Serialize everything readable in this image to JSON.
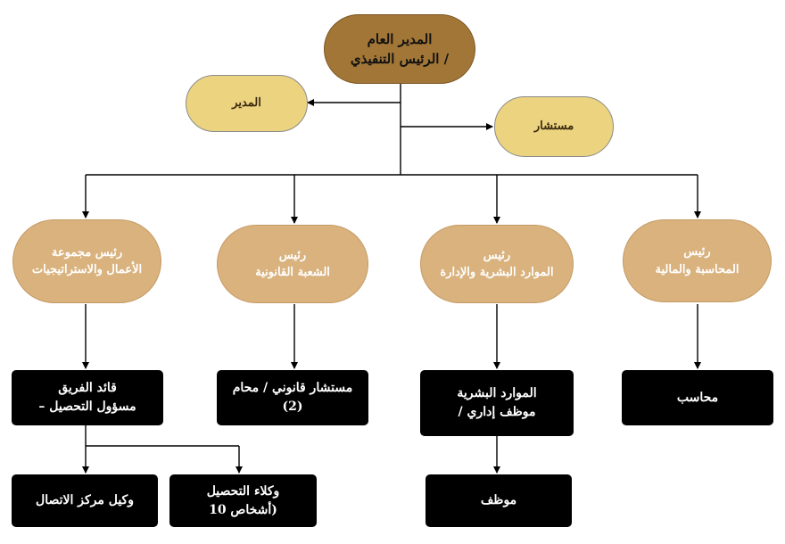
{
  "chart": {
    "ceo": {
      "line1": "المدير العام",
      "line2": "/ الرئيس التنفيذي"
    },
    "director": {
      "label": "المدير"
    },
    "consultant": {
      "label": "مستشار"
    },
    "heads": [
      {
        "line1": "رئيس",
        "line2": "المحاسبة والمالية"
      },
      {
        "line1": "رئيس",
        "line2": "الموارد البشرية والإدارة"
      },
      {
        "line1": "رئيس",
        "line2": "الشعبة القانونية"
      },
      {
        "line1": "رئيس مجموعة",
        "line2": "الأعمال والاستراتيجيات"
      }
    ],
    "staff": [
      {
        "line1": "محاسب",
        "line2": ""
      },
      {
        "line1": "الموارد البشرية",
        "line2": "موظف إداري /"
      },
      {
        "line1": "مستشار قانوني / محام",
        "line2": "(2)"
      },
      {
        "line1": "قائد الفريق",
        "line2": "مسؤول التحصيل –"
      }
    ],
    "hr_employee": {
      "label": "موظف"
    },
    "collection_agents": {
      "line1": "وكلاء التحصيل",
      "line2": "(أشخاص 10"
    },
    "call_center": {
      "label": "وكيل مركز الاتصال"
    }
  },
  "colors": {
    "ceo_fill": "#a27636",
    "director_fill": "#ecd37f",
    "head_fill": "#d9b27e",
    "staff_fill": "#000000",
    "connector": "#000000"
  }
}
